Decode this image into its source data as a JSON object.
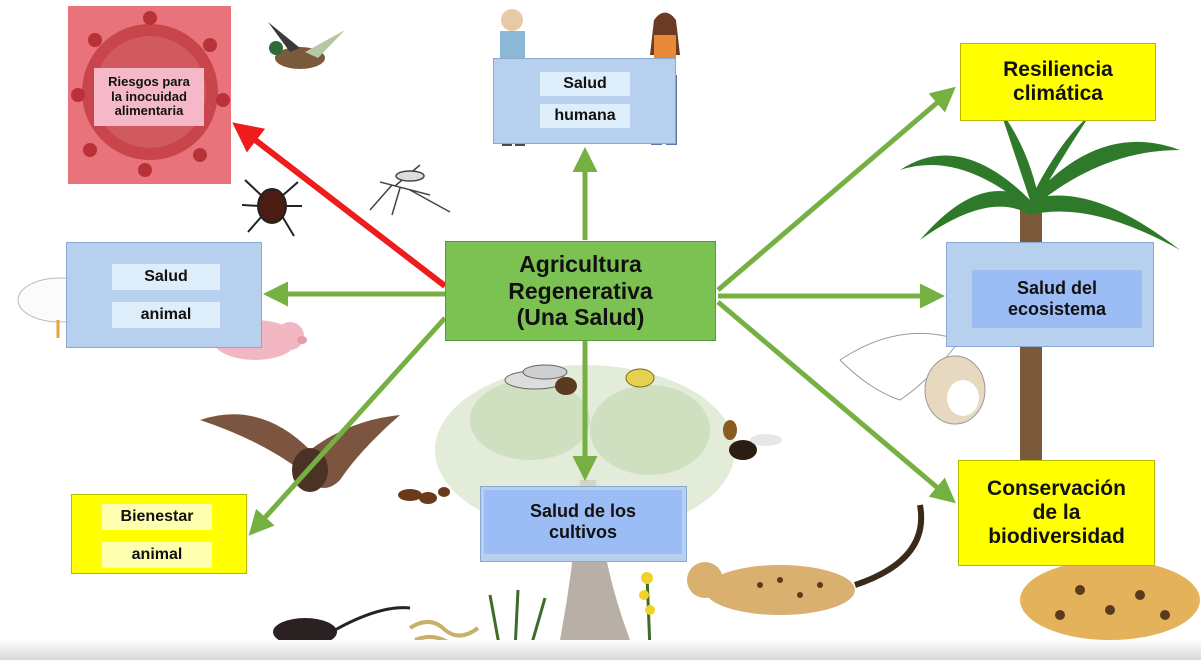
{
  "center": {
    "line1": "Agricultura",
    "line2": "Regenerativa",
    "line3": "(Una Salud)"
  },
  "nodes": {
    "food_safety": {
      "line1": "Riesgos para",
      "line2": "la inocuidad",
      "line3": "alimentaria"
    },
    "human_health": {
      "line1": "Salud",
      "line2": "humana"
    },
    "animal_health": {
      "line1": "Salud",
      "line2": "animal"
    },
    "animal_welfare": {
      "line1": "Bienestar",
      "line2": "animal"
    },
    "crop_health": {
      "line1": "Salud de los",
      "line2": "cultivos"
    },
    "climate_resilience": {
      "line1": "Resiliencia",
      "line2": "climática"
    },
    "ecosystem_health": {
      "line1": "Salud del",
      "line2": "ecosistema"
    },
    "biodiversity": {
      "line1": "Conservación",
      "line2": "de la",
      "line3": "biodiversidad"
    }
  },
  "colors": {
    "arrow_green": "#76b043",
    "arrow_red": "#ee1c1c",
    "center_fill": "#7cc252",
    "blue_box": "#b7d0ee",
    "blue_label": "#9bbcf4",
    "yellow_box": "#ffff00",
    "red_box": "#e8737a",
    "virus": "#c8464b"
  },
  "illustrations": [
    "virus",
    "duck-flying",
    "tick",
    "mosquito",
    "man",
    "woman",
    "goose",
    "pig",
    "bat",
    "ant",
    "larvae",
    "beetle",
    "tree",
    "wasp",
    "palm-tree",
    "owl",
    "cheetah",
    "ocelot",
    "rat",
    "worms",
    "wheat",
    "flower"
  ]
}
